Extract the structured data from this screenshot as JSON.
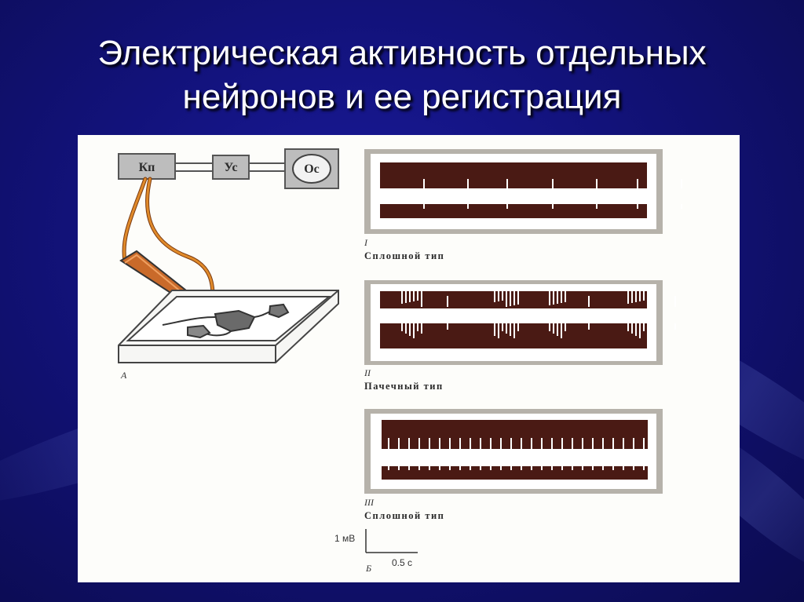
{
  "slide": {
    "title_line1": "Электрическая активность отдельных",
    "title_line2": "нейронов и ее регистрация"
  },
  "diagram": {
    "boxes": [
      "Кп",
      "Ус",
      "Ос"
    ],
    "panel_a_label": "А",
    "panel_b_label": "Б",
    "traces": [
      {
        "numeral": "I",
        "caption": "Сплошной тип"
      },
      {
        "numeral": "II",
        "caption": "Пачечный тип"
      },
      {
        "numeral": "III",
        "caption": "Сплошной тип"
      }
    ],
    "scale": {
      "voltage": "1 мВ",
      "time": "0.5 с"
    }
  },
  "colors": {
    "background": "#12127a",
    "trace": "#4a1a14",
    "electrode_wire": "#d9791e"
  }
}
